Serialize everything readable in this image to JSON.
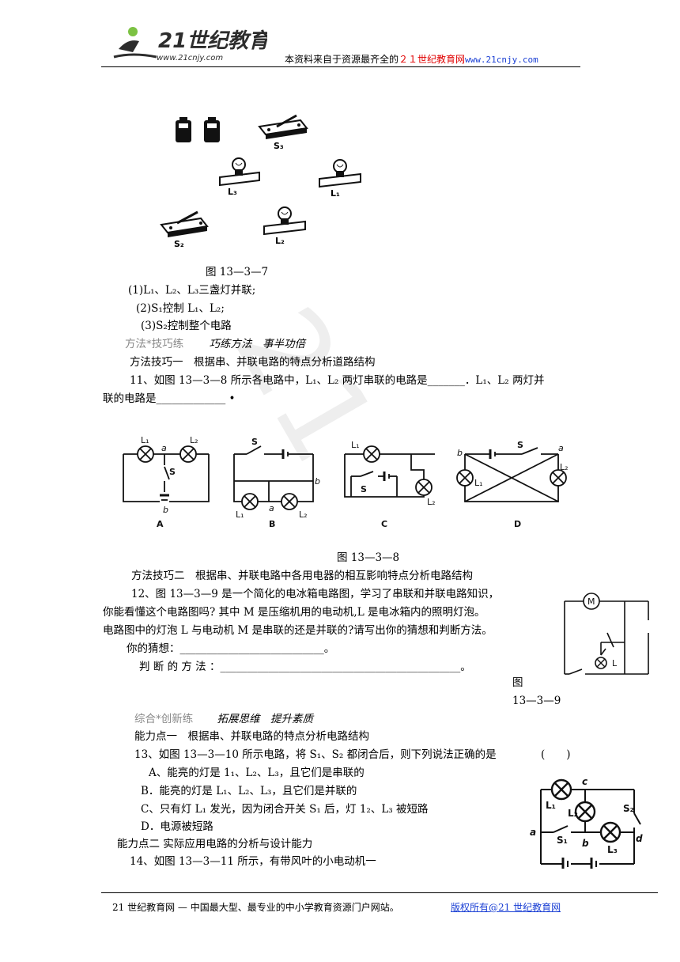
{
  "header": {
    "logo_text": "21世纪教育",
    "logo_url": "www.21cnjy.com",
    "source_prefix": "本资料来自于资源最齐全的",
    "source_site": "２１世纪教育网",
    "source_url": "www.21cnjy.com"
  },
  "fig7": {
    "labels": [
      "S₃",
      "L₃",
      "L₁",
      "S₂",
      "L₂"
    ],
    "caption": "图 13—3—7"
  },
  "conditions": [
    "(1)L₁、L₂、L₃三盏灯并联;",
    "(2)S₁控制 L₁、L₂;",
    "(3)S₂控制整个电路"
  ],
  "section1": {
    "tag": "方法*技巧练",
    "slogan": "巧练方法　事半功倍"
  },
  "skill1": "方法技巧一　根据串、并联电路的特点分析道路结构",
  "q11": {
    "line1": "11、如图 13—3—8 所示各电路中，L₁、L₂ 两灯串联的电路是_______．L₁、L₂ 两灯并",
    "line2": "联的电路是_____________ •"
  },
  "fig8": {
    "panels": [
      "A",
      "B",
      "C",
      "D"
    ],
    "caption": "图 13—3—8"
  },
  "skill2": "方法技巧二　根据串、并联电路中各用电器的相互影响特点分析电路结构",
  "q12": {
    "line1": "12、图 13—3—9 是一个简化的电冰箱电路图，学习了串联和并联电路知识，",
    "line2": "你能看懂这个电路图吗? 其中 M 是压缩机用的电动机,L 是电冰箱内的照明灯泡。",
    "line3": "电路图中的灯泡 L 与电动机 M 是串联的还是并联的?请写出你的猜想和判断方法。",
    "guess": "你的猜想：___________________________。",
    "method": "判 断 的 方 法 ：_____________________________________________。",
    "fig_caption_1": "图",
    "fig_caption_2": "13—3—9",
    "motor_label": "M",
    "lamp_label": "L"
  },
  "section2": {
    "tag": "综合*创新练",
    "slogan": "拓展思维　提升素质"
  },
  "ability1": "能力点一　根据串、并联电路的特点分析电路结构",
  "q13": {
    "stem": "13、如图 13—3—10 所示电路，将 S₁、S₂ 都闭合后，则下列说法正确的是",
    "bracket": "(　　)",
    "options": [
      "A、能亮的灯是 1₁、L₂、L₃，且它们是串联的",
      "B．能亮的灯是 L₁、L₂、L₃，且它们是并联的",
      "C、只有灯 L₁ 发光，因为闭合开关 S₁ 后，灯 1₂、L₃ 被短路",
      "D．电源被短路"
    ]
  },
  "ability2": "能力点二  实际应用电路的分析与设计能力",
  "q14": "14、如图 13—3—11 所示，有带风叶的小电动机一",
  "footer": {
    "left": "21 世纪教育网 —  中国最大型、最专业的中小学教育资源门户网站。",
    "right": "版权所有@21 世纪教育网"
  }
}
